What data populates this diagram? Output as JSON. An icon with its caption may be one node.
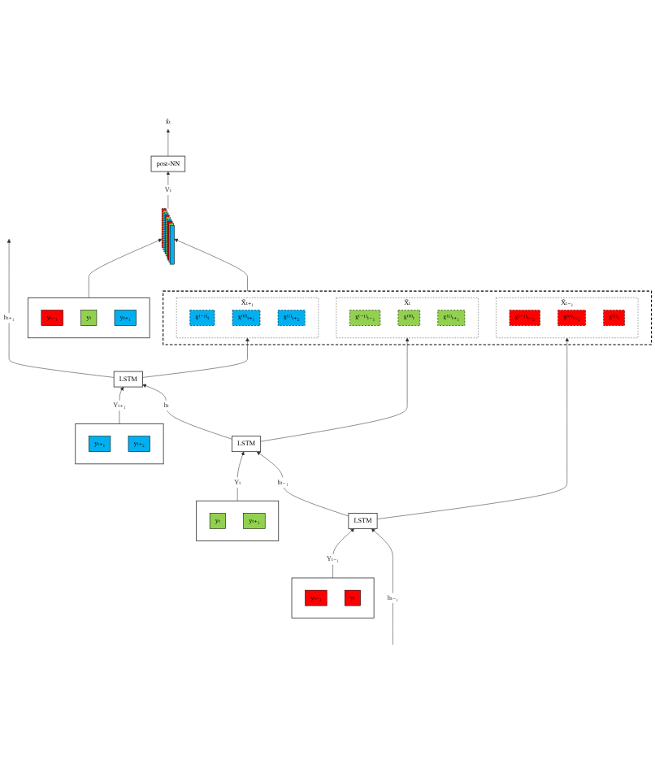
{
  "diagram": {
    "nodes": [
      {
        "text": [],
        "shape": "box"
      },
      {
        "text": [
          "yₜ₋₁"
        ],
        "in": 0
      },
      {
        "text": [
          "yₜ"
        ],
        "in": 0
      },
      {
        "text": [
          "yₜ₊₁"
        ],
        "in": 0
      },
      {
        "text": [],
        "shape": "picture"
      },
      {
        "text": [
          "post-NN"
        ]
      },
      {
        "text": [
          "x̂ₜ"
        ]
      },
      {
        "text": [],
        "shape": "box"
      },
      {
        "text": [
          "X̄ₜ₋₁"
        ],
        "in": 7
      },
      {
        "text": [
          "x̄⁽⁻¹⁾ₜ₋₂"
        ],
        "in": 8
      },
      {
        "text": [
          "x̄⁽⁰⁾ₜ₋₁"
        ],
        "in": 8
      },
      {
        "text": [
          "x̄⁽¹⁾ₜ"
        ],
        "in": 8
      },
      {
        "text": [
          "X̄ₜ"
        ],
        "in": 7
      },
      {
        "text": [
          "x̄⁽⁻¹⁾ₜ₋₁"
        ],
        "in": 12
      },
      {
        "text": [
          "x̄⁽⁰⁾ₜ"
        ],
        "in": 12
      },
      {
        "text": [
          "x̄⁽¹⁾ₜ₊₁"
        ],
        "in": 12
      },
      {
        "text": [
          "X̄ₜ₊₁"
        ],
        "in": 7
      },
      {
        "text": [
          "x̄⁽⁻¹⁾ₜ"
        ],
        "in": 16
      },
      {
        "text": [
          "x̄⁽⁰⁾ₜ₊₁"
        ],
        "in": 16
      },
      {
        "text": [
          "x̄⁽¹⁾ₜ₊₂"
        ],
        "in": 16
      },
      {
        "text": [
          "LSTM"
        ]
      },
      {
        "text": [
          "LSTM"
        ]
      },
      {
        "text": [
          "LSTM"
        ]
      },
      {
        "text": [],
        "shape": "box"
      },
      {
        "text": [
          "yₜ₋₁"
        ],
        "in": 23
      },
      {
        "text": [
          "yₜ"
        ],
        "in": 23
      },
      {
        "text": [],
        "shape": "box"
      },
      {
        "text": [
          "yₜ"
        ],
        "in": 26
      },
      {
        "text": [
          "yₜ₊₁"
        ],
        "in": 26
      },
      {
        "text": [],
        "shape": "box"
      },
      {
        "text": [
          "yₜ₊₁"
        ],
        "in": 29
      },
      {
        "text": [
          "yₜ₊₂"
        ],
        "in": 29
      }
    ],
    "edges": [
      {
        "from": 0,
        "to": 4,
        "arrow": "to"
      },
      {
        "from": 4,
        "to": 5,
        "arrow": "to",
        "label": "Vₜ"
      },
      {
        "from": 5,
        "to": 6,
        "arrow": "to"
      },
      {
        "from": 7,
        "to": 4,
        "arrow": "to"
      },
      {
        "from": 20,
        "to": 8,
        "arrow": "to"
      },
      {
        "from": 21,
        "to": 12,
        "arrow": "to"
      },
      {
        "from": 22,
        "to": 16,
        "arrow": "to"
      },
      {
        "from": null,
        "to": 20,
        "arrow": "to",
        "label": "hₜ₋₁"
      },
      {
        "from": 20,
        "to": 21,
        "arrow": "to",
        "label": "hₜ₋₁"
      },
      {
        "from": 21,
        "to": 22,
        "arrow": "to",
        "label": "hₜ"
      },
      {
        "from": 22,
        "to": null,
        "arrow": "to",
        "label": "hₜ₊₁"
      },
      {
        "from": 23,
        "to": 20,
        "arrow": "to",
        "label": "Yₜ₋₁"
      },
      {
        "from": 26,
        "to": 21,
        "arrow": "to",
        "label": "Yₜ"
      },
      {
        "from": 29,
        "to": 22,
        "arrow": "to",
        "label": "Yₜ₊₁"
      }
    ]
  }
}
